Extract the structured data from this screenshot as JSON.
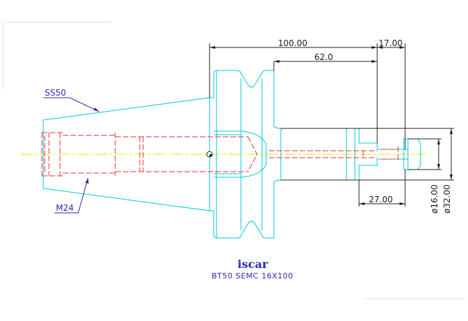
{
  "dimensions": {
    "overall_length": "100.00",
    "nose_length": "17.00",
    "body_length": "62.0",
    "shank_length": "27.00",
    "bore_diameter": "ø16.00",
    "collar_diameter": "ø32.00"
  },
  "labels": {
    "taper": "SS50",
    "thread": "M24"
  },
  "logo_text": "iscar",
  "caption": "BT50 SEMC 16X100",
  "colors": {
    "outline": "#00c8d8",
    "hidden": "#e83030",
    "centerline": "#e8e800",
    "dimension": "#202020",
    "leader": "#2a2ab0"
  }
}
